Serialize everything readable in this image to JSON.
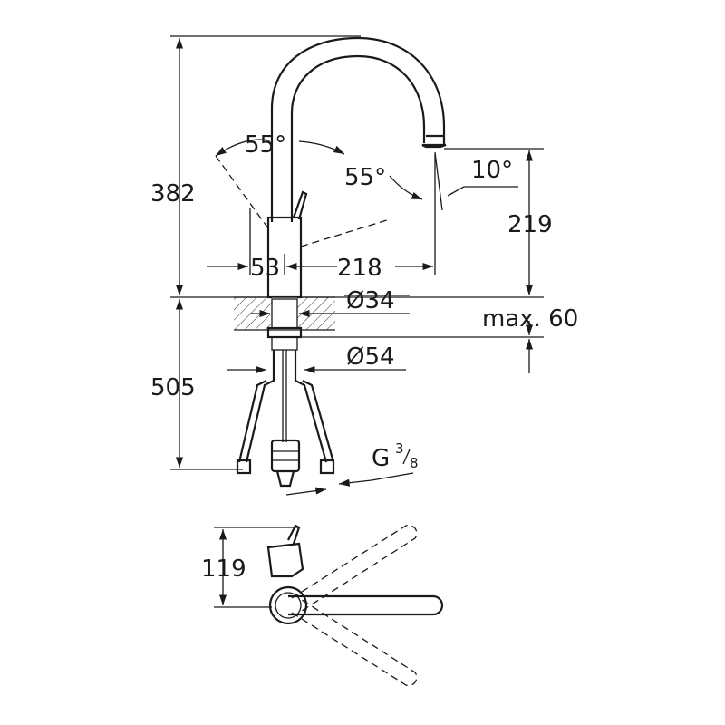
{
  "dimensions": {
    "height_total": "382",
    "swivel_angle_left": "55°",
    "swivel_angle_right": "55°",
    "spray_tilt": "10°",
    "spout_height": "219",
    "body_offset": "53",
    "spout_reach": "218",
    "hole_diameter": "Ø34",
    "deck_thickness": "max. 60",
    "base_diameter": "Ø54",
    "hose_length": "505",
    "thread_prefix": "G",
    "thread_numerator": "3",
    "thread_denominator": "8",
    "top_view_depth": "119"
  }
}
